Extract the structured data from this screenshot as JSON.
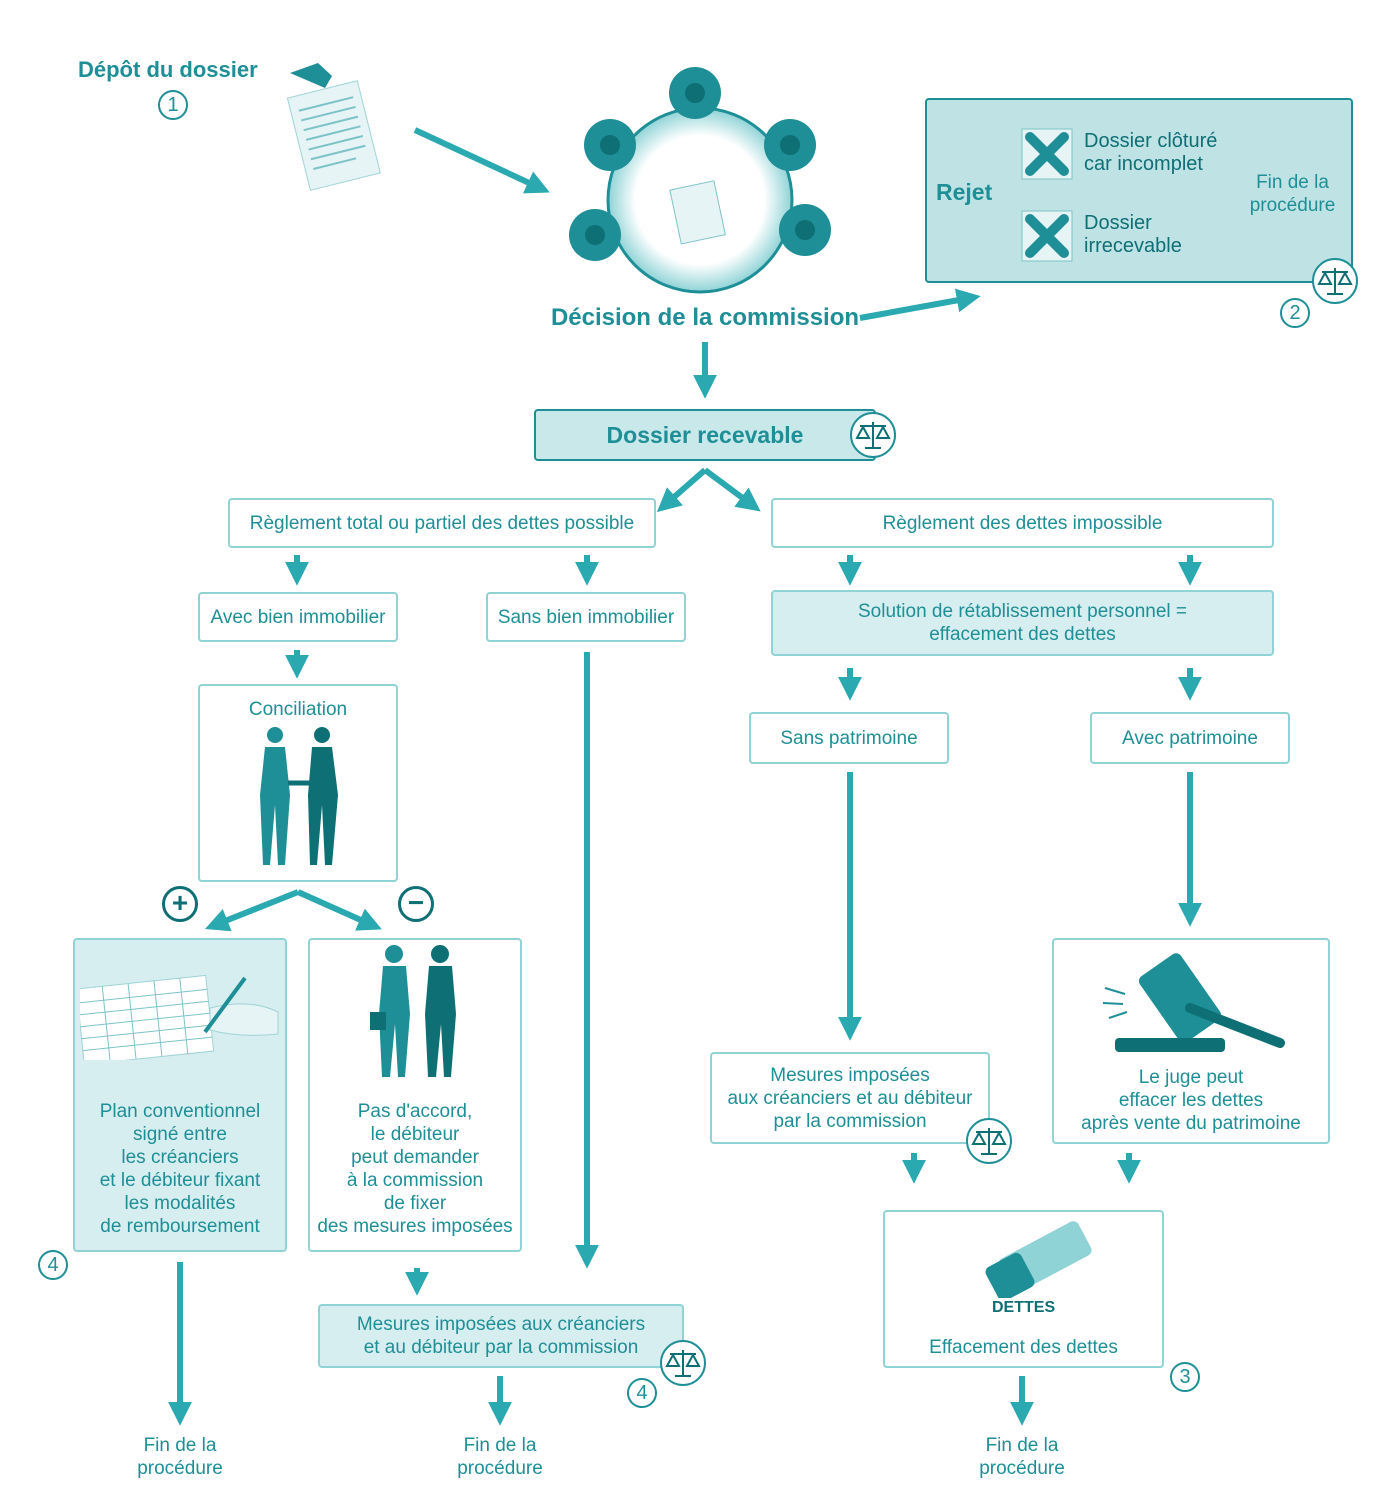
{
  "deposit": {
    "title": "Dépôt du dossier",
    "step": "1"
  },
  "commission": {
    "title": "Décision de la commission"
  },
  "rejection": {
    "title": "Rejet",
    "item1": "Dossier clôturé\ncar incomplet",
    "item2": "Dossier\nirrecevable",
    "end": "Fin de la\nprocédure",
    "step": "2"
  },
  "receivable": {
    "title": "Dossier recevable"
  },
  "settle_possible": {
    "label": "Règlement total ou partiel des dettes possible"
  },
  "settle_impossible": {
    "label": "Règlement des dettes impossible"
  },
  "with_property": {
    "label": "Avec bien immobilier"
  },
  "without_property": {
    "label": "Sans bien immobilier"
  },
  "personal_recovery": {
    "label": "Solution de rétablissement personnel =\neffacement des dettes"
  },
  "no_assets": {
    "label": "Sans patrimoine"
  },
  "with_assets": {
    "label": "Avec patrimoine"
  },
  "conciliation": {
    "label": "Conciliation"
  },
  "outcome_signs": {
    "plus": "+",
    "minus": "−"
  },
  "plan": {
    "label": "Plan conventionnel\nsigné entre\nles créanciers\net le débiteur fixant\nles modalités\nde remboursement",
    "step": "4"
  },
  "no_agreement": {
    "label": "Pas d'accord,\nle débiteur\npeut demander\nà la commission\nde fixer\ndes mesures imposées"
  },
  "imposed_left": {
    "label": "Mesures imposées aux créanciers\net au débiteur par la commission",
    "step": "4"
  },
  "imposed_right": {
    "label": "Mesures imposées\naux créanciers et au débiteur\npar la commission"
  },
  "judge": {
    "label": "Le juge peut\neffacer les dettes\naprès vente du patrimoine"
  },
  "erasure": {
    "label": "Effacement des dettes",
    "stamp": "DETTES",
    "step": "3"
  },
  "end_label": "Fin de la\nprocédure",
  "colors": {
    "teal": "#1e8f96",
    "arrow": "#2aa9b0",
    "border": "#8fd3d6",
    "fill": "#d6eeef",
    "dark": "#0e6f75"
  }
}
